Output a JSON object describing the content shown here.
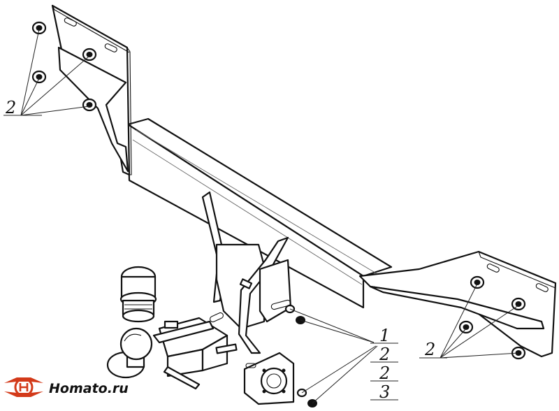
{
  "diagram": {
    "callouts": {
      "left_fasteners": "2",
      "right_fasteners": "2",
      "parts_list": [
        "1",
        "2",
        "2",
        "3"
      ]
    },
    "watermark": {
      "text": "Homato.ru",
      "brand_color": "#d33a1a"
    },
    "icons": [
      "fastener-washer",
      "tow-ball",
      "ball-cover",
      "socket-plate"
    ]
  }
}
